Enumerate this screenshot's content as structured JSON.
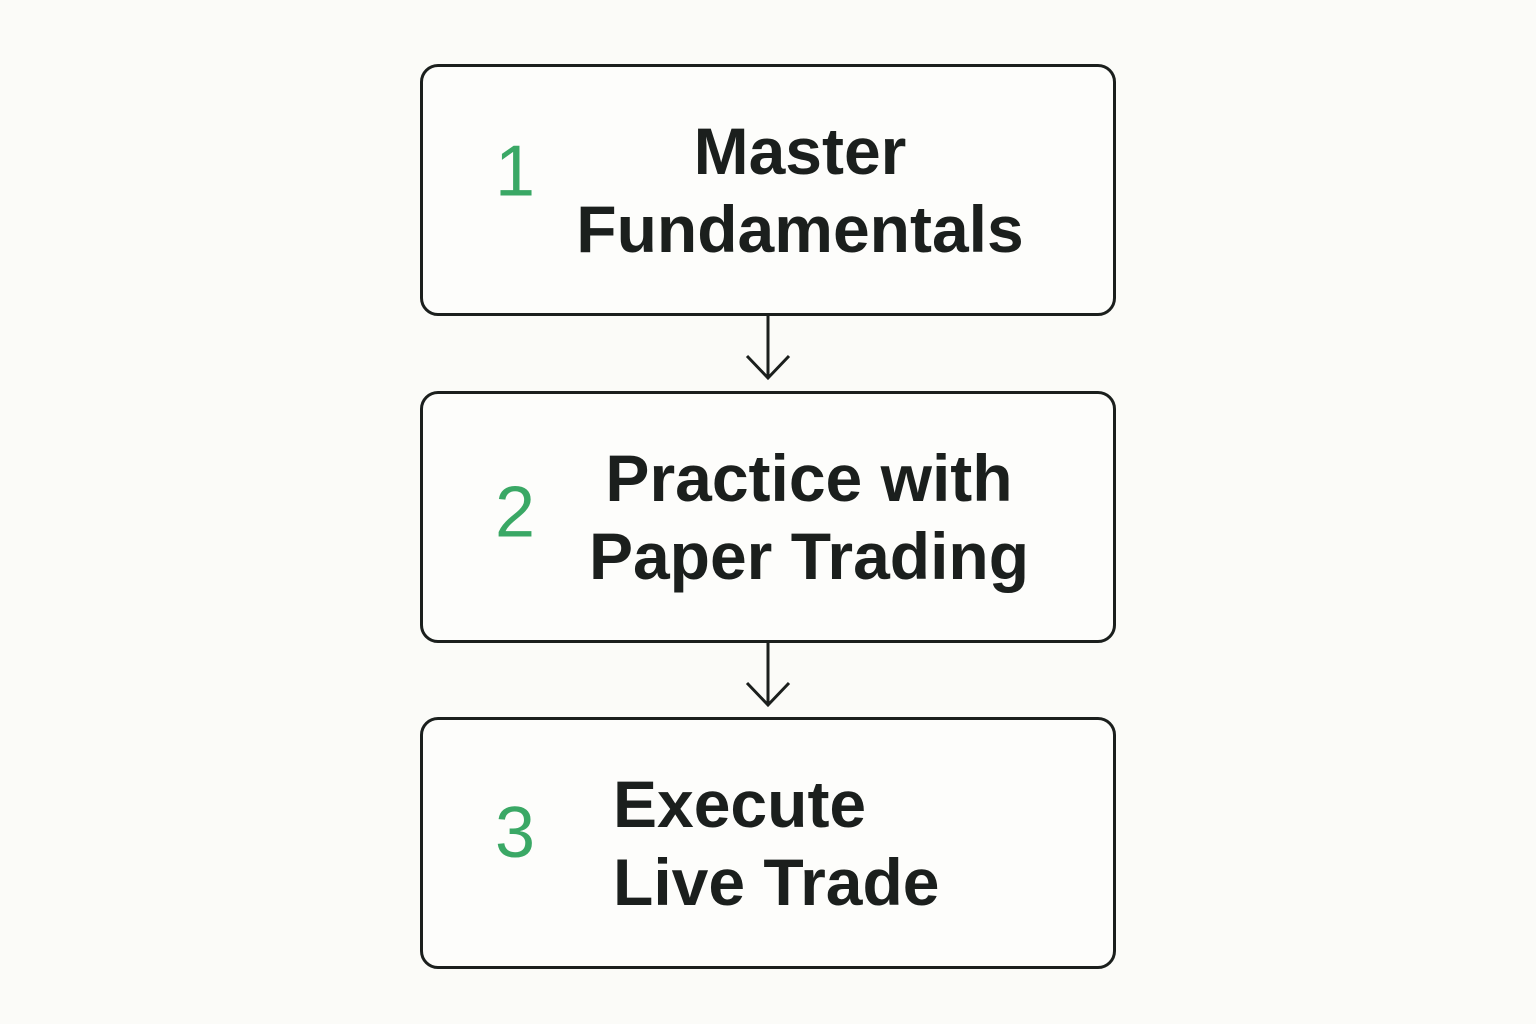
{
  "diagram": {
    "accent_color": "#3aa865",
    "text_color": "#1b1f1d",
    "steps": [
      {
        "number": "1",
        "title_line_1": "Master",
        "title_line_2": "Fundamentals"
      },
      {
        "number": "2",
        "title_line_1": "Practice with",
        "title_line_2": "Paper Trading"
      },
      {
        "number": "3",
        "title_line_1": "Execute",
        "title_line_2": "Live Trade"
      }
    ],
    "connectors": [
      {
        "icon": "arrow-down-icon"
      },
      {
        "icon": "arrow-down-icon"
      }
    ]
  }
}
